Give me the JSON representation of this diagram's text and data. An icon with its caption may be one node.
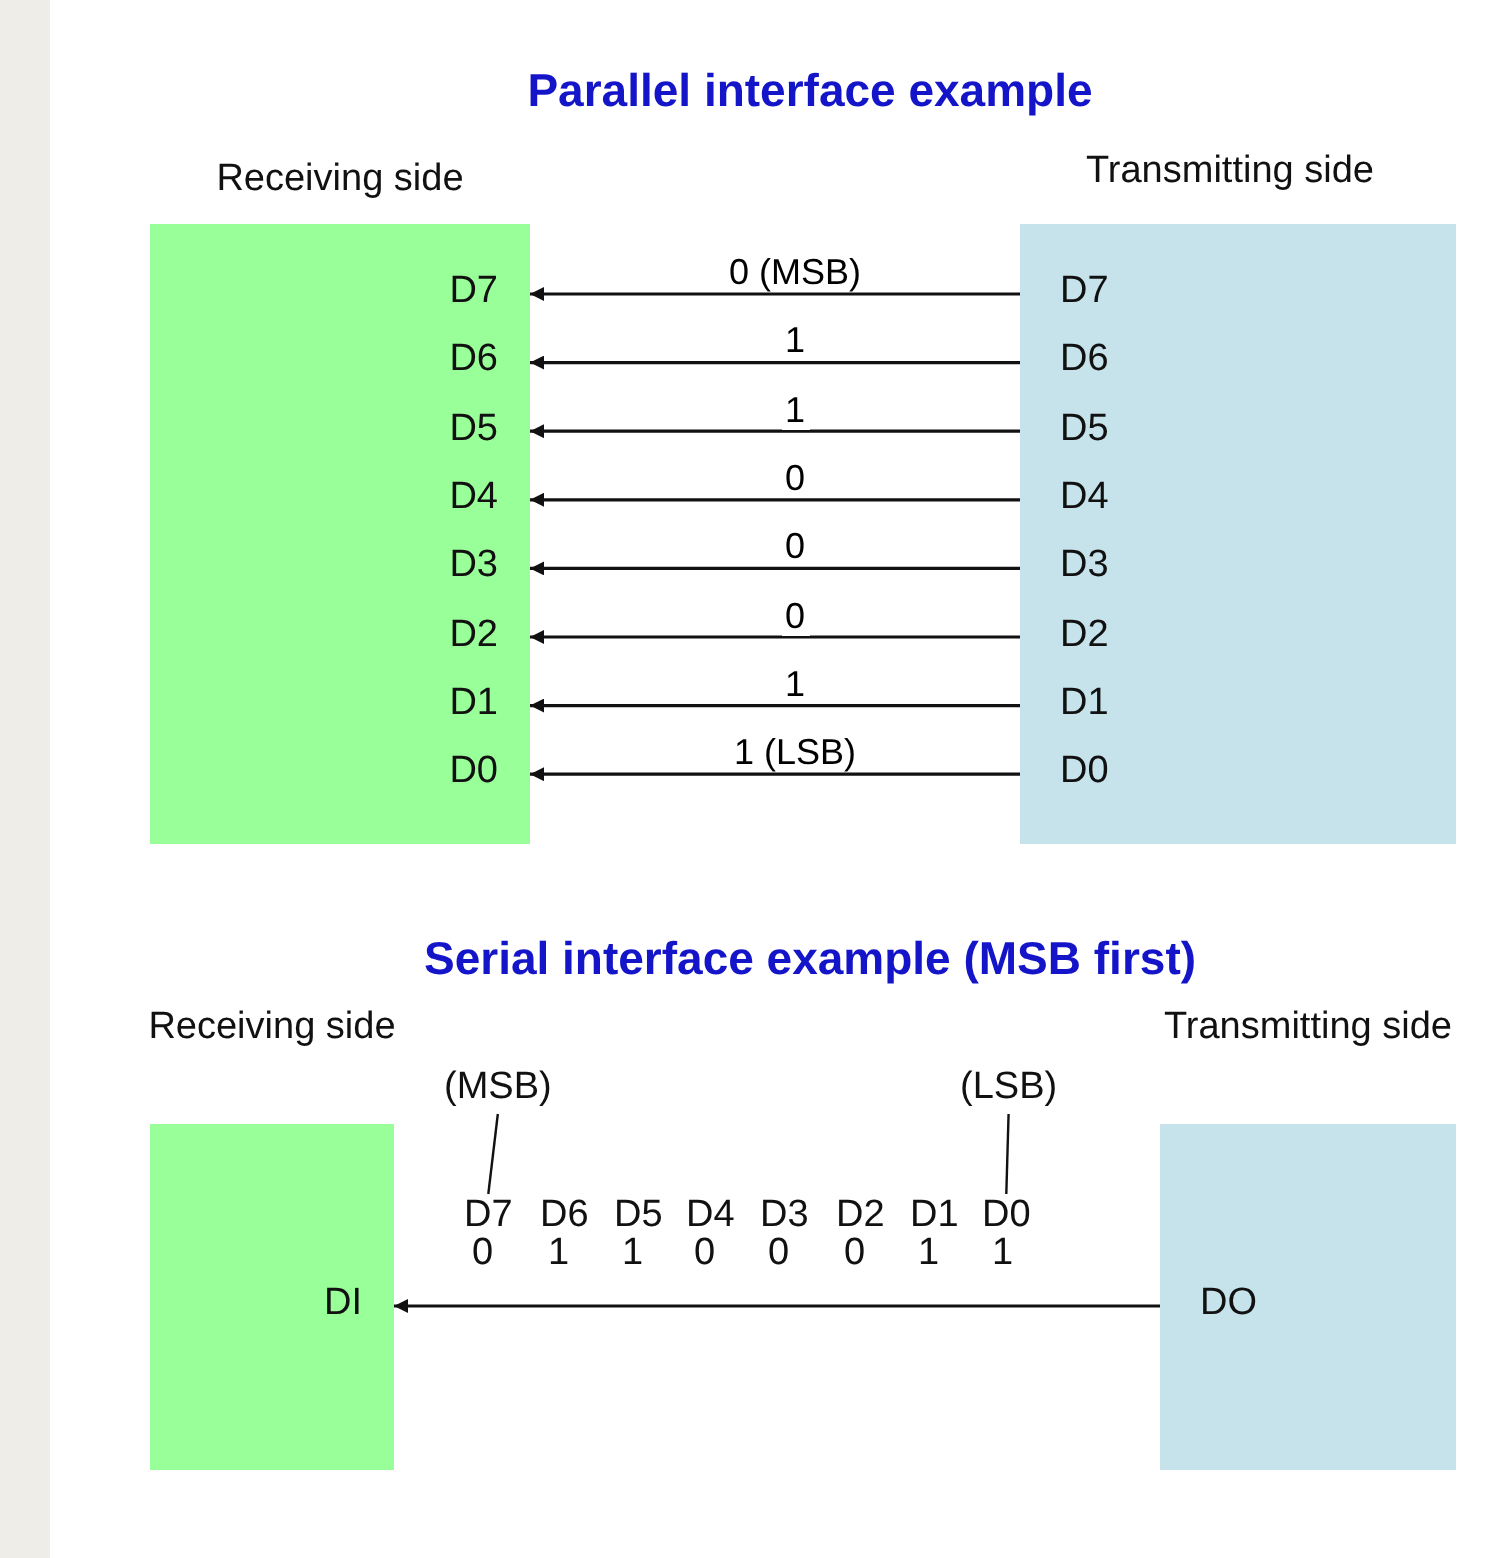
{
  "diagram": {
    "nodes": [
      {
        "text": [
          "Receiving side"
        ]
      },
      {
        "text": [
          "D7"
        ],
        "in": 0
      },
      {
        "text": [
          "D6"
        ],
        "in": 0
      },
      {
        "text": [
          "D5"
        ],
        "in": 0
      },
      {
        "text": [
          "D4"
        ],
        "in": 0
      },
      {
        "text": [
          "D3"
        ],
        "in": 0
      },
      {
        "text": [
          "D2"
        ],
        "in": 0
      },
      {
        "text": [
          "D1"
        ],
        "in": 0
      },
      {
        "text": [
          "D0"
        ],
        "in": 0
      },
      {
        "text": [
          "Transmitting side"
        ]
      },
      {
        "text": [
          "D7"
        ],
        "in": 9
      },
      {
        "text": [
          "D6"
        ],
        "in": 9
      },
      {
        "text": [
          "D5"
        ],
        "in": 9
      },
      {
        "text": [
          "D4"
        ],
        "in": 9
      },
      {
        "text": [
          "D3"
        ],
        "in": 9
      },
      {
        "text": [
          "D2"
        ],
        "in": 9
      },
      {
        "text": [
          "D1"
        ],
        "in": 9
      },
      {
        "text": [
          "D0"
        ],
        "in": 9
      },
      {
        "text": [
          "Receiving side"
        ]
      },
      {
        "text": [
          "DI"
        ],
        "in": 18
      },
      {
        "text": [
          "Transmitting side"
        ]
      },
      {
        "text": [
          "DO"
        ],
        "in": 20
      },
      {
        "text": [
          "(MSB)"
        ]
      },
      {
        "text": [
          "D7"
        ]
      },
      {
        "text": [
          "(LSB)"
        ]
      },
      {
        "text": [
          "D0"
        ]
      }
    ],
    "edges": [
      {
        "from": 10,
        "to": 1,
        "arrow": "to",
        "label": "0 (MSB)"
      },
      {
        "from": 11,
        "to": 2,
        "arrow": "to",
        "label": "1"
      },
      {
        "from": 12,
        "to": 3,
        "arrow": "to",
        "label": "1"
      },
      {
        "from": 13,
        "to": 4,
        "arrow": "to",
        "label": "0"
      },
      {
        "from": 14,
        "to": 5,
        "arrow": "to",
        "label": "0"
      },
      {
        "from": 15,
        "to": 6,
        "arrow": "to",
        "label": "0"
      },
      {
        "from": 16,
        "to": 7,
        "arrow": "to",
        "label": "1"
      },
      {
        "from": 17,
        "to": 8,
        "arrow": "to",
        "label": "1 (LSB)"
      },
      {
        "from": 21,
        "to": 19,
        "arrow": "to"
      },
      {
        "from": 22,
        "to": 23,
        "arrow": "none"
      },
      {
        "from": 24,
        "to": 25,
        "arrow": "none"
      }
    ],
    "labels": [
      "Parallel interface example",
      "Serial interface example (MSB first)",
      "D6",
      "D5",
      "D4",
      "D3",
      "D2",
      "D1",
      "0",
      "1",
      "1",
      "0",
      "0",
      "0",
      "1",
      "1"
    ]
  }
}
